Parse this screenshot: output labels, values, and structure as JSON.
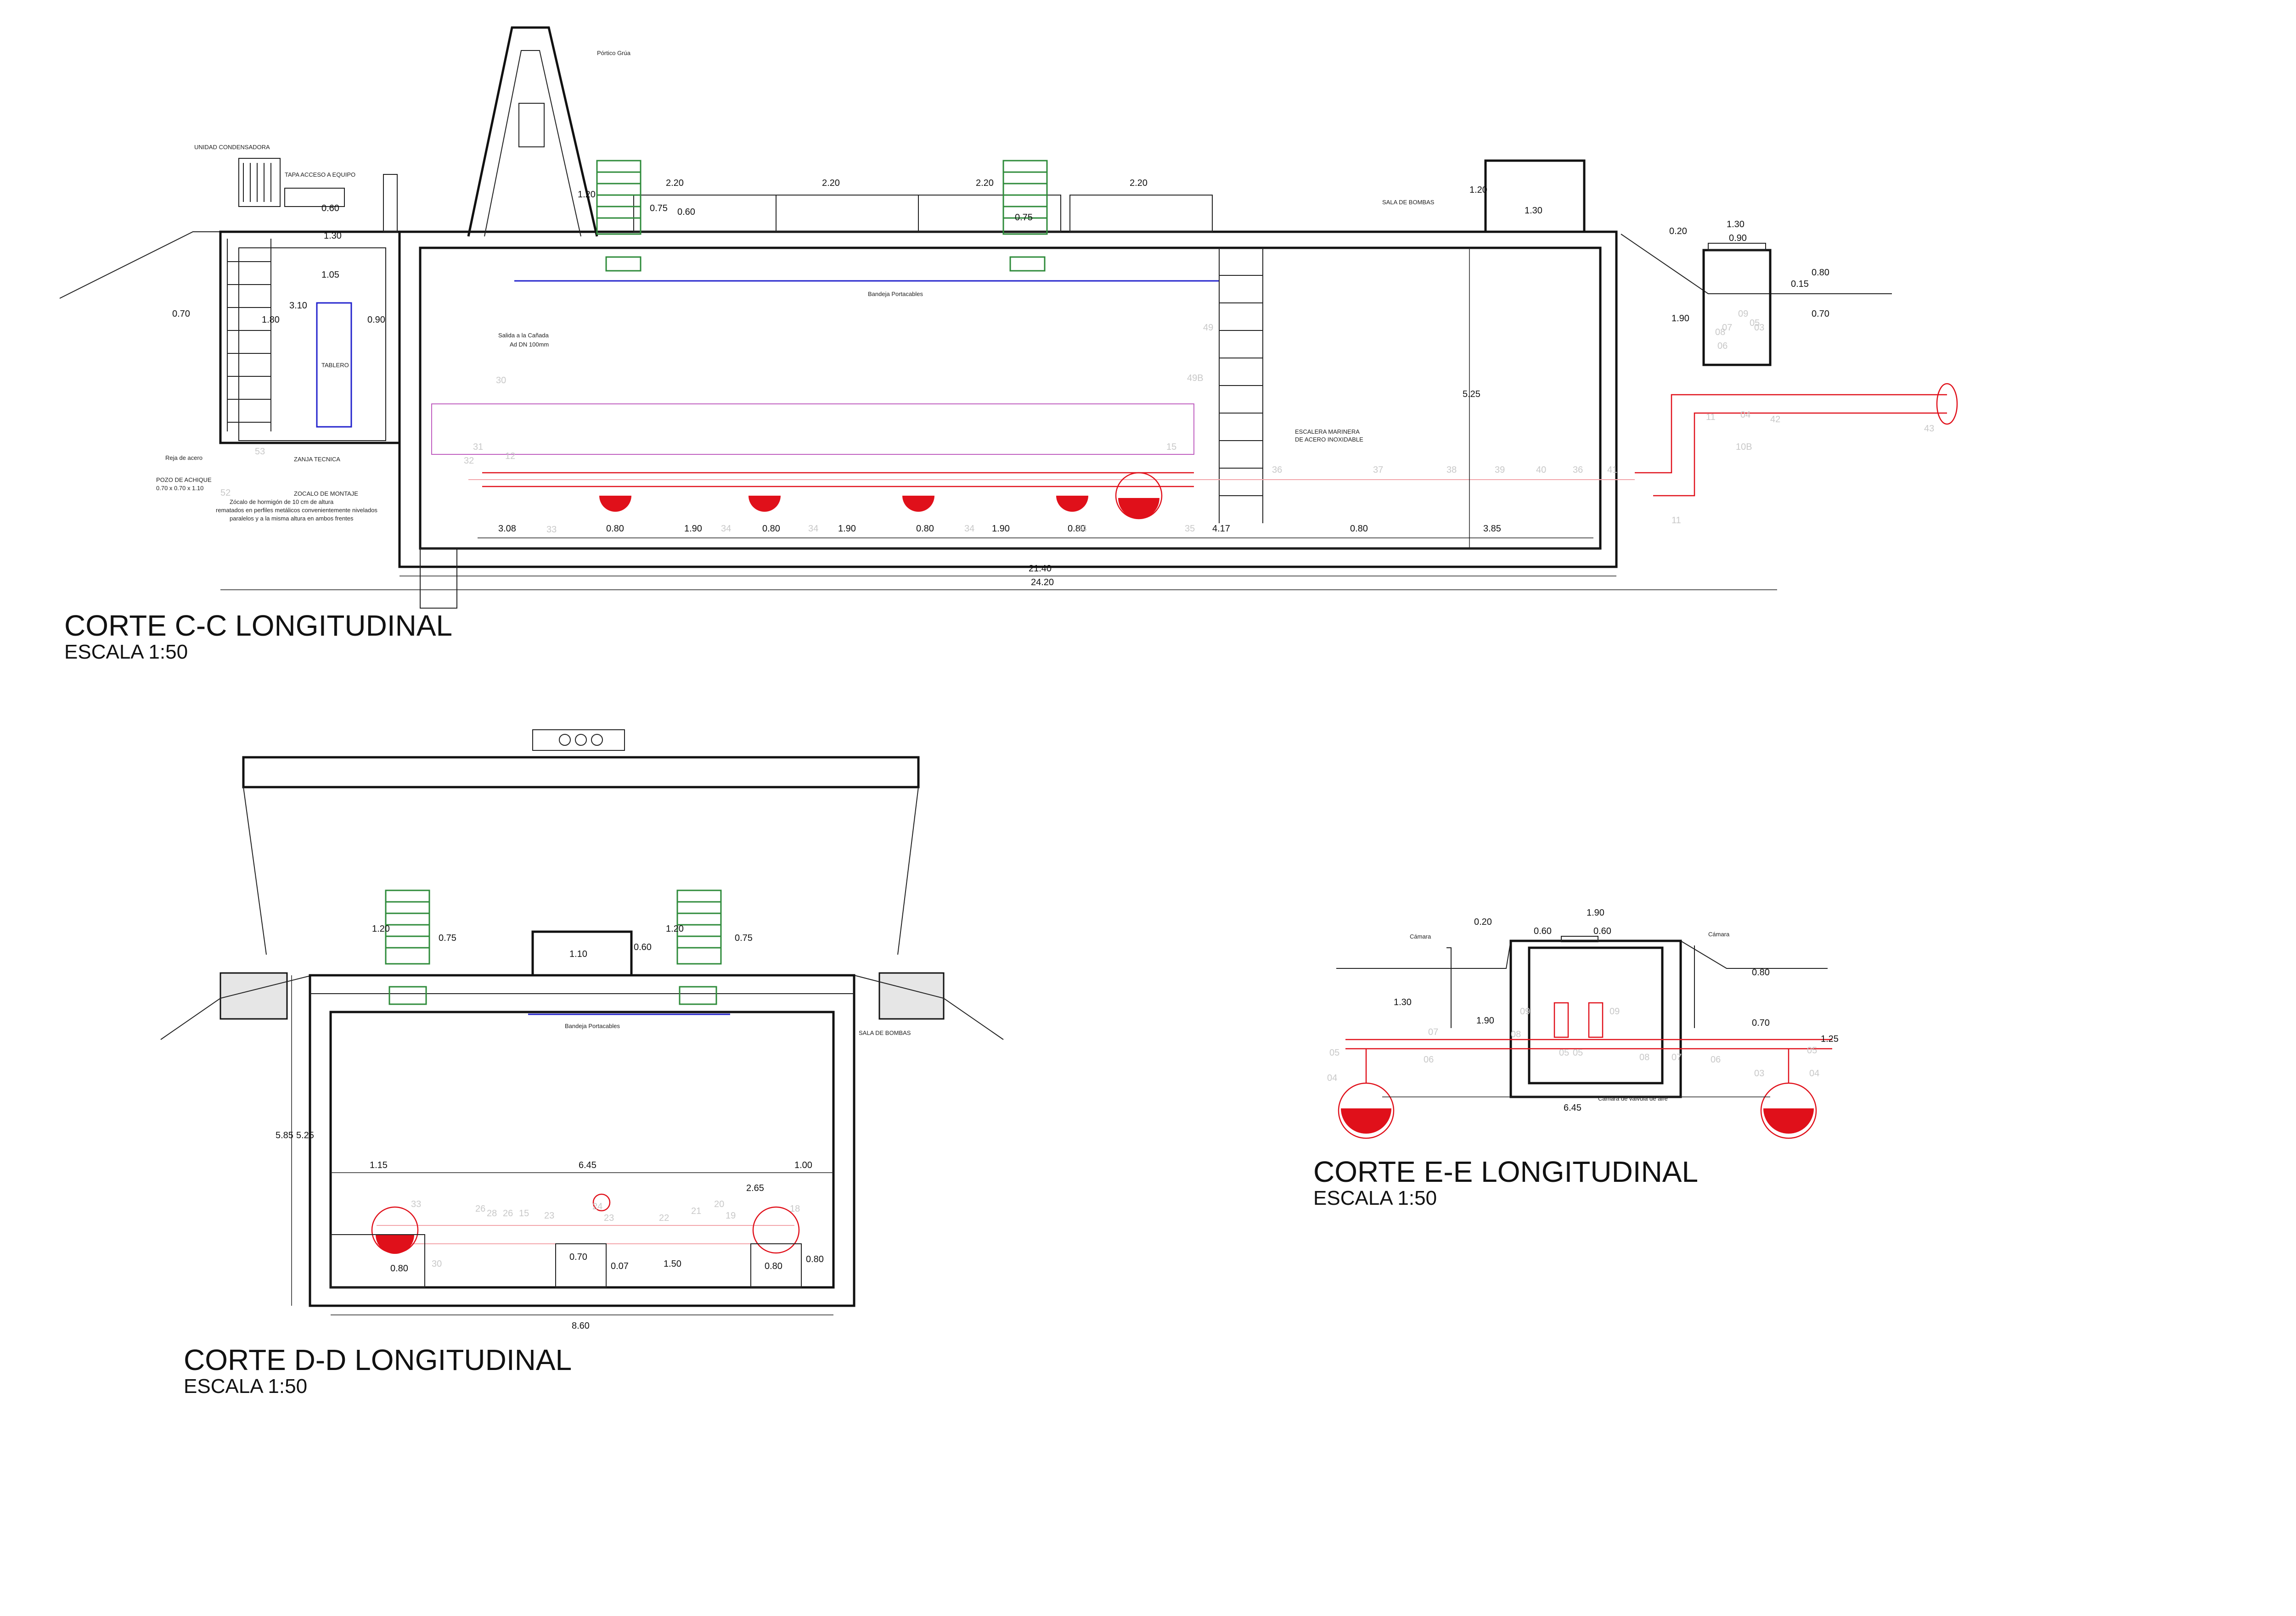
{
  "sections": {
    "cc": {
      "title": "CORTE C-C LONGITUDINAL",
      "scale": "ESCALA 1:50",
      "labels": {
        "portico": "Pórtico Grúa",
        "unidad": "UNIDAD CONDENSADORA",
        "tapa": "TAPA ACCESO A EQUIPO",
        "tablero": "TABLERO",
        "sala": "SALA DE BOMBAS",
        "bandeja": "Bandeja Portacables",
        "salida1": "Salida a la Cañada",
        "salida2": "Ad DN 100mm",
        "escalera1": "ESCALERA MARINERA",
        "escalera2": "DE ACERO INOXIDABLE",
        "reja": "Reja de acero",
        "pozo1": "POZO DE ACHIQUE",
        "pozo2": "0.70 x 0.70 x 1.10",
        "zanja": "ZANJA TECNICA",
        "zocalo1": "ZOCALO DE MONTAJE",
        "zocalo2": "Zócalo de hormigón de 10 cm de altura",
        "zocalo3": "rematados en perfiles metálicos convenientemente nivelados",
        "zocalo4": "paralelos y a la misma altura en ambos frentes"
      },
      "dims": {
        "d060": "0.60",
        "d130": "1.30",
        "d105": "1.05",
        "d310": "3.10",
        "d180": "1.80",
        "d090": "0.90",
        "d070": "0.70",
        "d120a": "1.20",
        "d075a": "0.75",
        "d060b": "0.60",
        "d220a": "2.20",
        "d220b": "2.20",
        "d220c": "2.20",
        "d220d": "2.20",
        "d075b": "0.75",
        "d120b": "1.20",
        "d130b": "1.30",
        "d525": "5.25",
        "d020": "0.20",
        "d130c": "1.30",
        "d090b": "0.90",
        "d015": "0.15",
        "d080": "0.80",
        "d190": "1.90",
        "d070b": "0.70",
        "b308": "3.08",
        "b080a": "0.80",
        "b190a": "1.90",
        "b080b": "0.80",
        "b190b": "1.90",
        "b080c": "0.80",
        "b190c": "1.90",
        "b080d": "0.80",
        "b417": "4.17",
        "b080e": "0.80",
        "b385": "3.85",
        "t2140": "21.40",
        "t2420": "24.20"
      },
      "marks": [
        "30",
        "31",
        "32",
        "33",
        "34",
        "34",
        "34",
        "34",
        "35",
        "36",
        "37",
        "38",
        "39",
        "40",
        "36",
        "41",
        "42",
        "43",
        "11",
        "11",
        "10B",
        "49",
        "49B",
        "15",
        "12",
        "53",
        "52",
        "07",
        "05",
        "06",
        "03",
        "04",
        "09",
        "08"
      ]
    },
    "dd": {
      "title": "CORTE D-D LONGITUDINAL",
      "scale": "ESCALA 1:50",
      "labels": {
        "bandeja": "Bandeja Portacables",
        "sala": "SALA DE BOMBAS"
      },
      "dims": {
        "d120a": "1.20",
        "d075a": "0.75",
        "d110": "1.10",
        "d060": "0.60",
        "d120b": "1.20",
        "d075b": "0.75",
        "d585": "5.85",
        "d525": "5.25",
        "d115": "1.15",
        "d645": "6.45",
        "d100": "1.00",
        "d265": "2.65",
        "d080a": "0.80",
        "d070": "0.70",
        "d007": "0.07",
        "d150": "1.50",
        "d080b": "0.80",
        "d080c": "0.80",
        "d860": "8.60"
      },
      "marks": [
        "33",
        "30",
        "26",
        "28",
        "26",
        "15",
        "23",
        "24",
        "23",
        "22",
        "21",
        "20",
        "19",
        "18"
      ]
    },
    "ee": {
      "title": "CORTE E-E LONGITUDINAL",
      "scale": "ESCALA 1:50",
      "labels": {
        "camara_l": "Cámara",
        "camara_r": "Cámara",
        "camara_valvula": "Cámara de válvula de aire"
      },
      "dims": {
        "d020": "0.20",
        "d190": "1.90",
        "d060a": "0.60",
        "d060b": "0.60",
        "d130": "1.30",
        "d190b": "1.90",
        "d080": "0.80",
        "d070": "0.70",
        "d125": "1.25",
        "d645": "6.45"
      },
      "marks": [
        "05",
        "04",
        "07",
        "06",
        "08",
        "09",
        "09",
        "05",
        "05",
        "08",
        "07",
        "06",
        "05",
        "04",
        "03"
      ]
    }
  }
}
